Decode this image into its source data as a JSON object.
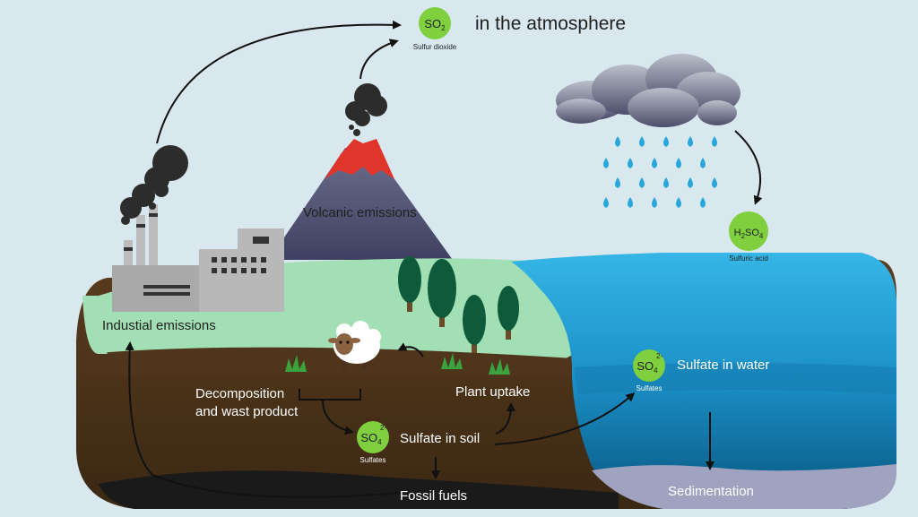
{
  "title": "in the atmosphere",
  "molecules": {
    "so2": {
      "base": "SO",
      "sub": "2",
      "caption": "Sulfur dioxide"
    },
    "h2so4": {
      "a": "H",
      "a_sub": "2",
      "b": "SO",
      "b_sub": "4",
      "caption": "Sulfuric acid"
    },
    "so4_soil": {
      "base": "SO",
      "sub": "4",
      "sup": "2-",
      "caption": "Sulfates"
    },
    "so4_water": {
      "base": "SO",
      "sub": "4",
      "sup": "2-",
      "caption": "Sulfates"
    }
  },
  "labels": {
    "volcanic": "Volcanic emissions",
    "industrial": "Industial emissions",
    "decomp_line1": "Decomposition",
    "decomp_line2": "and wast product",
    "plant_uptake": "Plant uptake",
    "sulfate_soil": "Sulfate in soil",
    "sulfate_water": "Sulfate in water",
    "fossil": "Fossil fuels",
    "sedimentation": "Sedimentation"
  },
  "colors": {
    "background": "#d8e8ee",
    "molecule": "#7fcf3f",
    "soil": "#4f351c",
    "grass": "#a3dfb4",
    "water": "#2aa7da",
    "deep_water": "#0a5f88",
    "lava": "#e0352b",
    "smoke": "#2c2c2c"
  }
}
